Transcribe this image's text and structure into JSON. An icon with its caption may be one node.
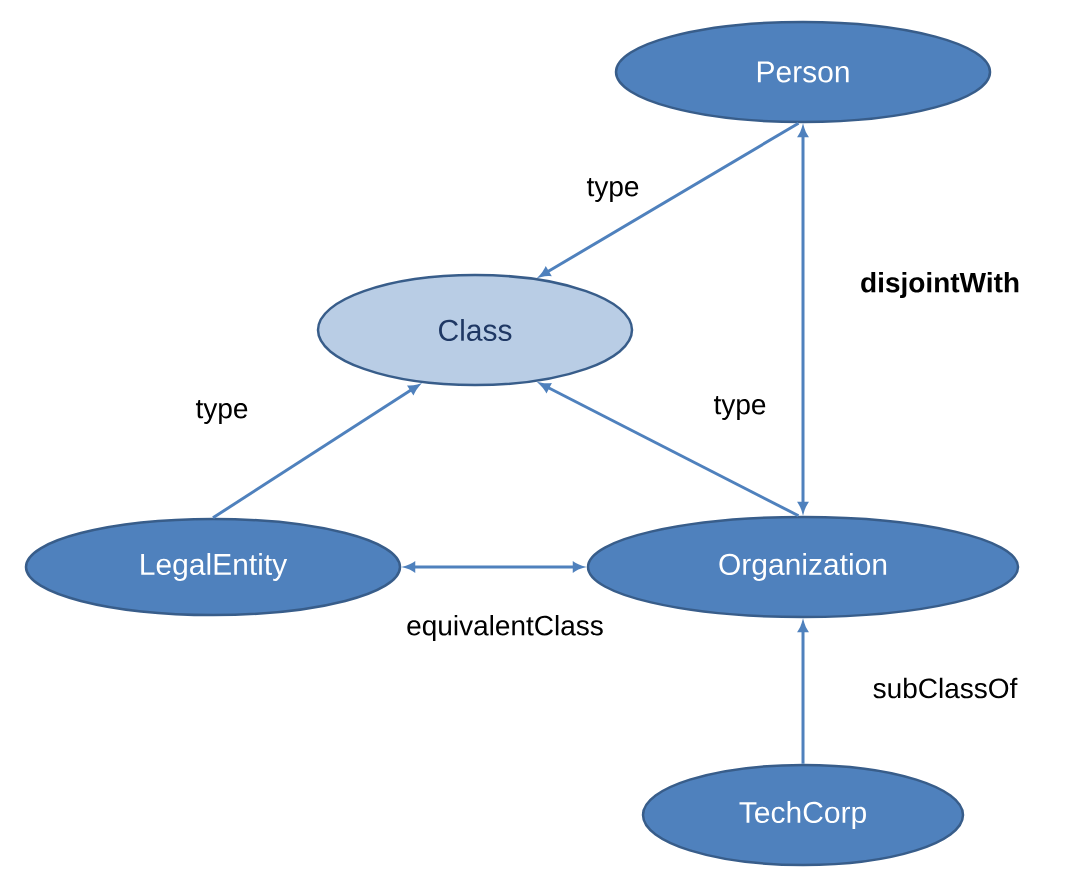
{
  "diagram": {
    "nodes": [
      {
        "text": [
          "Person"
        ]
      },
      {
        "text": [
          "Class"
        ]
      },
      {
        "text": [
          "LegalEntity"
        ]
      },
      {
        "text": [
          "Organization"
        ]
      },
      {
        "text": [
          "TechCorp"
        ]
      }
    ],
    "edges": [
      {
        "from": 0,
        "to": 1,
        "arrow": "to",
        "label": "type"
      },
      {
        "from": 0,
        "to": 3,
        "arrow": "both",
        "label": "disjointWith"
      },
      {
        "from": 2,
        "to": 1,
        "arrow": "to",
        "label": "type"
      },
      {
        "from": 3,
        "to": 1,
        "arrow": "to",
        "label": "type"
      },
      {
        "from": 2,
        "to": 3,
        "arrow": "both",
        "label": "equivalentClass"
      },
      {
        "from": 4,
        "to": 3,
        "arrow": "to",
        "label": "subClassOf"
      }
    ]
  }
}
